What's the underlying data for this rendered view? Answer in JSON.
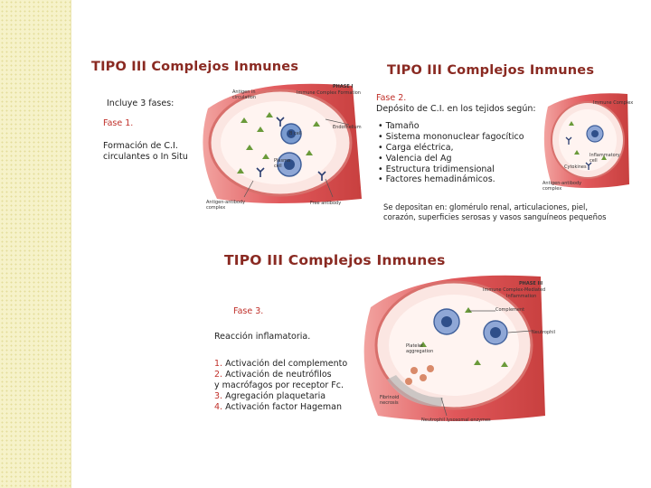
{
  "panel1": {
    "title": "TIPO III Complejos Inmunes",
    "intro": "Incluye 3 fases:",
    "phase": "Fase 1.",
    "desc_line1": "Formación de C.I.",
    "desc_line2": "circulantes o In Situ",
    "labels": {
      "phase_tag": "PHASE I",
      "phase_name": "Immune Complex Formation",
      "antigen": "Antigen in circulation",
      "endothelium": "Endothelium",
      "bcell": "B cell",
      "plasma": "Plasma cell",
      "ag_ab": "Antigen-antibody complex",
      "free_ab": "Free antibody"
    }
  },
  "panel2": {
    "title": "TIPO III Complejos Inmunes",
    "phase": "Fase 2.",
    "desc": "Depósito de C.I. en los tejidos según:",
    "factors": [
      "Tamaño",
      "Sistema mononuclear fagocítico",
      "Carga eléctrica,",
      "Valencia del Ag",
      "Estructura tridimensional",
      "Factores hemadinámicos."
    ],
    "deposit_line1": "Se depositan en: glomérulo renal, articulaciones, piel,",
    "deposit_line2": "corazón, superficies serosas y vasos sanguíneos pequeños",
    "labels": {
      "phase_name": "Immune Complex",
      "mono": "Inflammatory cell",
      "cytokines": "Cytokines",
      "ag_ab": "Antigen-antibody complex"
    }
  },
  "panel3": {
    "title": "TIPO III Complejos Inmunes",
    "phase": "Fase 3.",
    "heading": "Reacción inflamatoria.",
    "items": [
      {
        "num": "1.",
        "text": "Activación del complemento"
      },
      {
        "num": "2.",
        "text": "Activación de neutrófilos"
      },
      {
        "num": "",
        "text": "y macrófagos por receptor Fc."
      },
      {
        "num": "3.",
        "text": "Agregación plaquetaria"
      },
      {
        "num": "4.",
        "text": "Activación factor Hageman"
      }
    ],
    "labels": {
      "phase_tag": "PHASE III",
      "phase_name1": "Immune Complex-Mediated",
      "phase_name2": "Inflammation",
      "complement": "Complement",
      "neutrophil": "Neutrophil",
      "platelet1": "Platelet",
      "platelet2": "aggregation",
      "fibrinoid1": "Fibrinoid",
      "fibrinoid2": "necrosis",
      "enzymes": "Neutrophil lysosomal enzymes"
    }
  },
  "colors": {
    "title": "#8a2a22",
    "accent": "#c0302a",
    "vessel": "#e0575a",
    "strip": "#f6f2c9"
  }
}
